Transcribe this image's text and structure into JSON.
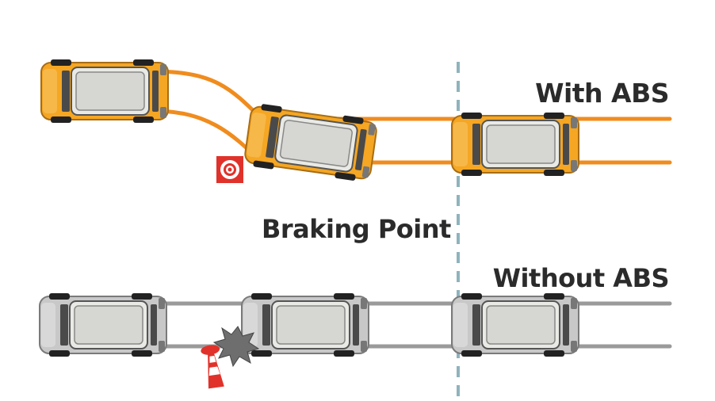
{
  "labels": {
    "with_abs": "With ABS",
    "braking_point": "Braking Point",
    "without_abs": "Without ABS"
  },
  "colors": {
    "abs_path": "#f08c1e",
    "abs_car": "#f5a623",
    "no_abs_path": "#9a9a9a",
    "no_abs_car": "#c8c8c8",
    "brake_line": "#8fb3bd",
    "obstacle_red": "#e0322a"
  },
  "icons": {
    "obstacle_target": "target-sign-icon",
    "traffic_cone": "traffic-cone-icon",
    "collision": "collision-burst-icon"
  }
}
